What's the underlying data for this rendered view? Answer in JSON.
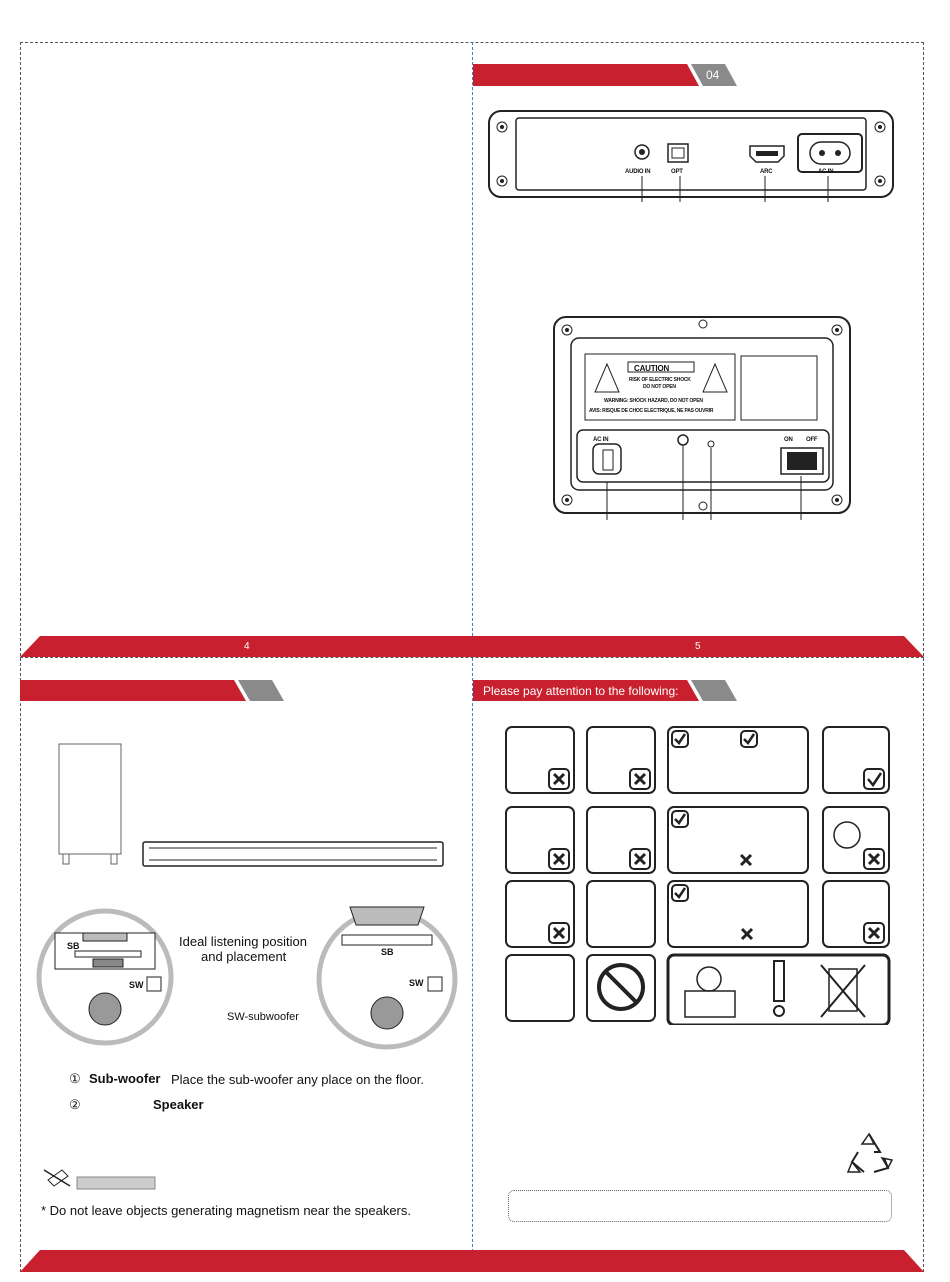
{
  "pages": {
    "left_top_number": "4",
    "right_top_number": "5"
  },
  "connections_panel": {
    "section_number": "04",
    "ports": [
      "AUDIO IN",
      "OPT",
      "ARC",
      "AC IN"
    ]
  },
  "subwoofer_panel": {
    "caution_title": "CAUTION",
    "caution_line1": "RISK OF ELECTRIC SHOCK",
    "caution_line2": "DO NOT OPEN",
    "warning_line1": "WARNING: SHOCK HAZARD, DO NOT OPEN",
    "warning_line2": "AVIS: RISQUE DE CHOC ELECTRIQUE, NE PAS OUVRIR",
    "ac_in": "AC IN",
    "on": "ON",
    "off": "OFF"
  },
  "placement": {
    "ideal_line1": "Ideal listening position",
    "ideal_line2": "and placement",
    "sw_note": "SW-subwoofer",
    "sb_label": "SB",
    "sw_label": "SW",
    "item1_num": "①",
    "item1_title": "Sub-woofer",
    "item1_text": "Place the sub-woofer any place on the floor.",
    "item2_num": "②",
    "item2_title": "Speaker",
    "note": "* Do not leave objects generating magnetism near the speakers."
  },
  "attention": {
    "title": "Please pay attention to the following:"
  },
  "colors": {
    "brand_red": "#c8202f",
    "tab_gray": "#8a8a8a"
  }
}
